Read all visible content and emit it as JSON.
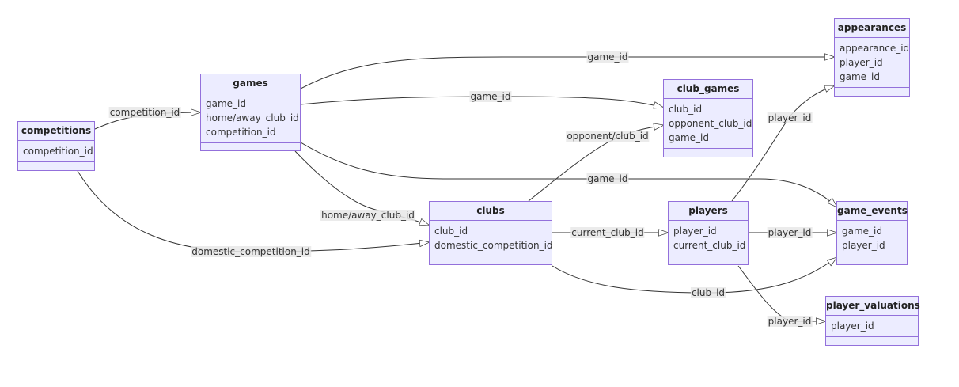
{
  "classes": {
    "competitions": {
      "title": "competitions",
      "fields": [
        "competition_id"
      ]
    },
    "games": {
      "title": "games",
      "fields": [
        "game_id",
        "home/away_club_id",
        "competition_id"
      ]
    },
    "appearances": {
      "title": "appearances",
      "fields": [
        "appearance_id",
        "player_id",
        "game_id"
      ]
    },
    "club_games": {
      "title": "club_games",
      "fields": [
        "club_id",
        "opponent_club_id",
        "game_id"
      ]
    },
    "clubs": {
      "title": "clubs",
      "fields": [
        "club_id",
        "domestic_competition_id"
      ]
    },
    "players": {
      "title": "players",
      "fields": [
        "player_id",
        "current_club_id"
      ]
    },
    "game_events": {
      "title": "game_events",
      "fields": [
        "game_id",
        "player_id"
      ]
    },
    "player_valuations": {
      "title": "player_valuations",
      "fields": [
        "player_id"
      ]
    }
  },
  "edges": {
    "competitions_games": {
      "from": "competitions",
      "to": "games",
      "label": "competition_id"
    },
    "games_appearances": {
      "from": "games",
      "to": "appearances",
      "label": "game_id"
    },
    "games_club_games": {
      "from": "games",
      "to": "club_games",
      "label": "game_id"
    },
    "games_game_events": {
      "from": "games",
      "to": "game_events",
      "label": "game_id"
    },
    "games_clubs": {
      "from": "games",
      "to": "clubs",
      "label": "home/away_club_id"
    },
    "competitions_clubs": {
      "from": "competitions",
      "to": "clubs",
      "label": "domestic_competition_id"
    },
    "clubs_club_games": {
      "from": "clubs",
      "to": "club_games",
      "label": "opponent/club_id"
    },
    "clubs_players": {
      "from": "clubs",
      "to": "players",
      "label": "current_club_id"
    },
    "clubs_game_events": {
      "from": "clubs",
      "to": "game_events",
      "label": "club_id"
    },
    "players_appearances": {
      "from": "players",
      "to": "appearances",
      "label": "player_id"
    },
    "players_game_events": {
      "from": "players",
      "to": "game_events",
      "label": "player_id"
    },
    "players_player_valuations": {
      "from": "players",
      "to": "player_valuations",
      "label": "player_id"
    }
  },
  "colors": {
    "node_fill": "#ECECFF",
    "node_border": "#9370DB",
    "edge": "#333333",
    "label_bg": "#E8E8E8"
  }
}
